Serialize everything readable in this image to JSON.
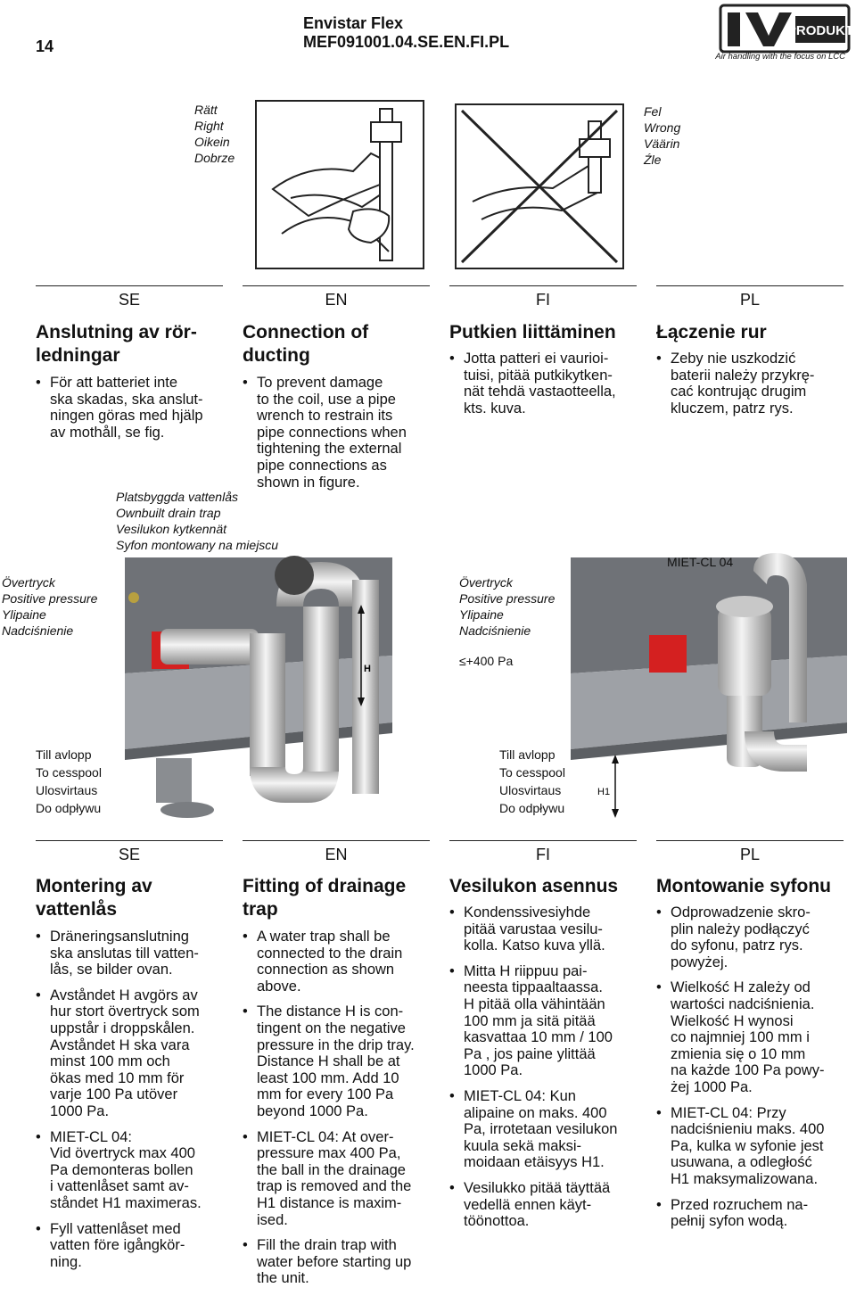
{
  "header": {
    "page_number": "14",
    "title_line1": "Envistar Flex",
    "title_line2": "MEF091001.04.SE.EN.FI.PL",
    "logo_text": "PRODUKT",
    "logo_tagline": "Air handling with the focus on LCC"
  },
  "top_figures": {
    "right_caption": "Rätt\nRight\nOikein\nDobrze",
    "wrong_caption": "Fel\nWrong\nVäärin\nŹle"
  },
  "languages": [
    "SE",
    "EN",
    "FI",
    "PL"
  ],
  "section1": {
    "se": {
      "heading": "Anslutning av rör-\nledningar",
      "bullets": [
        "För att batteriet inte\nska skadas, ska anslut-\nningen göras med hjälp\nav mothåll, se fig."
      ]
    },
    "en": {
      "heading": "Connection of\nducting",
      "bullets": [
        "To prevent damage\nto the coil, use a pipe\nwrench to restrain its\npipe connections when\ntightening the external\npipe connections as\nshown in figure."
      ]
    },
    "fi": {
      "heading": "Putkien liittäminen",
      "bullets": [
        "Jotta patteri ei vaurioi-\ntuisi, pitää putkikytken-\nnät tehdä vastaotteella,\nkts. kuva."
      ]
    },
    "pl": {
      "heading": "Łączenie rur",
      "bullets": [
        "Zeby nie uszkodzić\nbaterii należy przykrę-\ncać kontrując drugim\nkluczem, patrz rys."
      ]
    }
  },
  "trap_figures": {
    "ownbuilt_caption": "Platsbyggda vattenlås\nOwnbuilt drain trap\nVesilukon kytkennät\nSyfon montowany na miejscu",
    "pressure_left": "Övertryck\nPositive pressure\nYlipaine\nNadciśnienie",
    "pressure_right": "Övertryck\nPositive pressure\nYlipaine\nNadciśnienie",
    "model_label": "MIET-CL 04",
    "h_label": "H",
    "h1_label": "H1",
    "pressure_limit": "≤+400 Pa",
    "drain_left": "Till avlopp\nTo cesspool\nUlosvirtaus\nDo odpływu",
    "drain_right": "Till avlopp\nTo cesspool\nUlosvirtaus\nDo odpływu"
  },
  "section2": {
    "se": {
      "heading": "Montering av\nvattenlås",
      "bullets": [
        "Dräneringsanslutning\nska anslutas till vatten-\nlås, se bilder ovan.",
        "Avståndet H avgörs av\nhur stort övertryck som\nuppstår i droppskålen.\nAvståndet H ska vara\nminst 100 mm och\nökas med 10 mm för\nvarje 100 Pa utöver\n1000 Pa.",
        "MIET-CL 04:\nVid övertryck max 400\nPa demonteras bollen\ni vattenlåset samt av-\nståndet H1 maximeras.",
        "Fyll vattenlåset med\nvatten före igångkör-\nning."
      ]
    },
    "en": {
      "heading": "Fitting of drainage\ntrap",
      "bullets": [
        "A water trap shall be\nconnected to the drain\nconnection as shown\nabove.",
        "The distance H is con-\ntingent on the negative\npressure in the drip tray.\nDistance H shall be at\nleast 100 mm. Add 10\nmm for every 100 Pa\nbeyond 1000 Pa.",
        "MIET-CL 04: At over-\npressure max 400 Pa,\nthe ball in the drainage\ntrap is removed and the\nH1 distance is maxim-\nised.",
        "Fill the drain trap with\nwater before starting up\nthe unit."
      ]
    },
    "fi": {
      "heading": "Vesilukon asennus",
      "bullets": [
        "Kondenssivesiyhde\npitää varustaa vesilu-\nkolla. Katso kuva yllä.",
        "Mitta H riippuu pai-\nneesta tippaaltaassa.\nH pitää olla vähintään\n100 mm ja sitä pitää\nkasvattaa 10 mm / 100\nPa , jos paine ylittää\n1000 Pa.",
        "MIET-CL 04: Kun\nalipaine on maks. 400\nPa, irrotetaan vesilukon\nkuula sekä maksi-\nmoidaan etäisyys H1.",
        "Vesilukko pitää täyttää\nvedellä ennen käyt-\ntöönottoa."
      ]
    },
    "pl": {
      "heading": "Montowanie syfonu",
      "bullets": [
        "Odprowadzenie skro-\nplin należy podłączyć\ndo syfonu, patrz rys.\npowyżej.",
        "Wielkość H zależy od\nwartości nadciśnienia.\nWielkość H wynosi\nco najmniej 100 mm i\nzmienia się o 10 mm\nna każde 100 Pa powy-\nżej 1000 Pa.",
        "MIET-CL 04: Przy\nnadciśnieniu maks. 400\nPa, kulka w syfonie jest\nusuwana, a odległość\nH1 maksymalizowana.",
        "Przed rozruchem na-\npełnij syfon wodą."
      ]
    }
  }
}
